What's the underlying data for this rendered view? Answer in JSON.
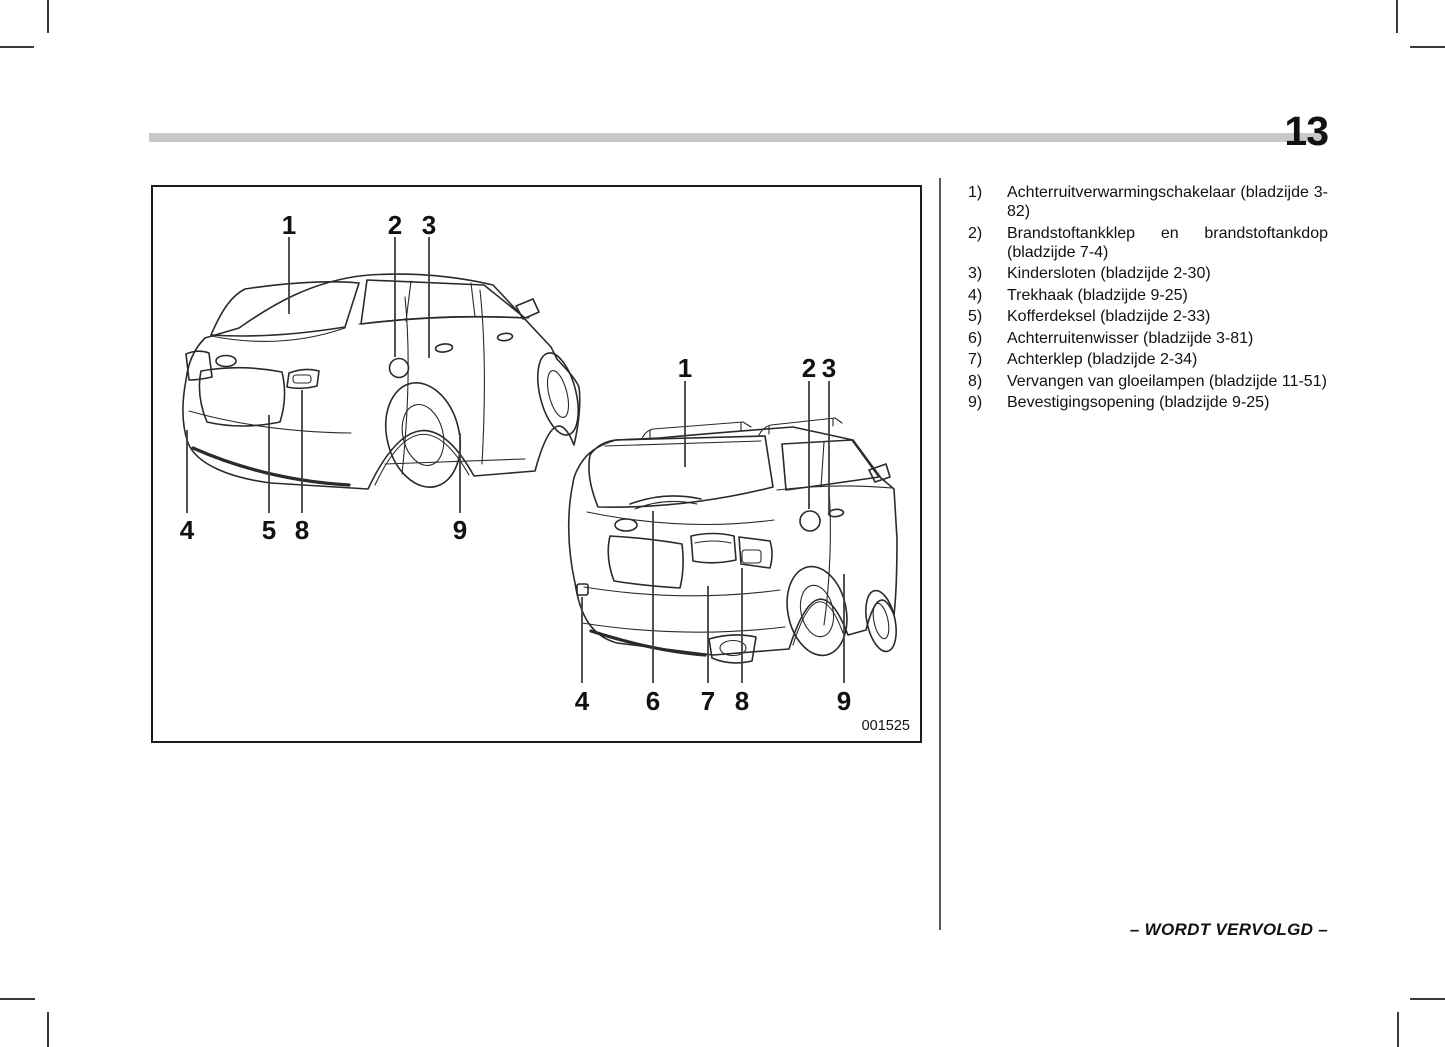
{
  "page": {
    "number": "13",
    "footer": "– WORDT VERVOLGD –"
  },
  "colors": {
    "header_bar": "#c8c8c8",
    "ink": "#111111",
    "box_border": "#1c1c1c"
  },
  "figure": {
    "code": "001525",
    "sedan_callouts": [
      "1",
      "2",
      "3",
      "4",
      "5",
      "8",
      "9"
    ],
    "wagon_callouts": [
      "1",
      "2",
      "3",
      "4",
      "6",
      "7",
      "8",
      "9"
    ]
  },
  "parts_list": {
    "items": [
      {
        "num": "1)",
        "text": "Achterruitverwarmingschakelaar (bladzijde 3-82)"
      },
      {
        "num": "2)",
        "text": "Brandstoftankklep en brandstoftankdop (bladzijde 7-4)"
      },
      {
        "num": "3)",
        "text": "Kindersloten (bladzijde 2-30)"
      },
      {
        "num": "4)",
        "text": "Trekhaak (bladzijde 9-25)"
      },
      {
        "num": "5)",
        "text": "Kofferdeksel (bladzijde 2-33)"
      },
      {
        "num": "6)",
        "text": "Achterruitenwisser (bladzijde 3-81)"
      },
      {
        "num": "7)",
        "text": "Achterklep (bladzijde 2-34)"
      },
      {
        "num": "8)",
        "text": "Vervangen van gloeilampen (bladzijde 11-51)"
      },
      {
        "num": "9)",
        "text": "Bevestigingsopening (bladzijde 9-25)"
      }
    ]
  }
}
